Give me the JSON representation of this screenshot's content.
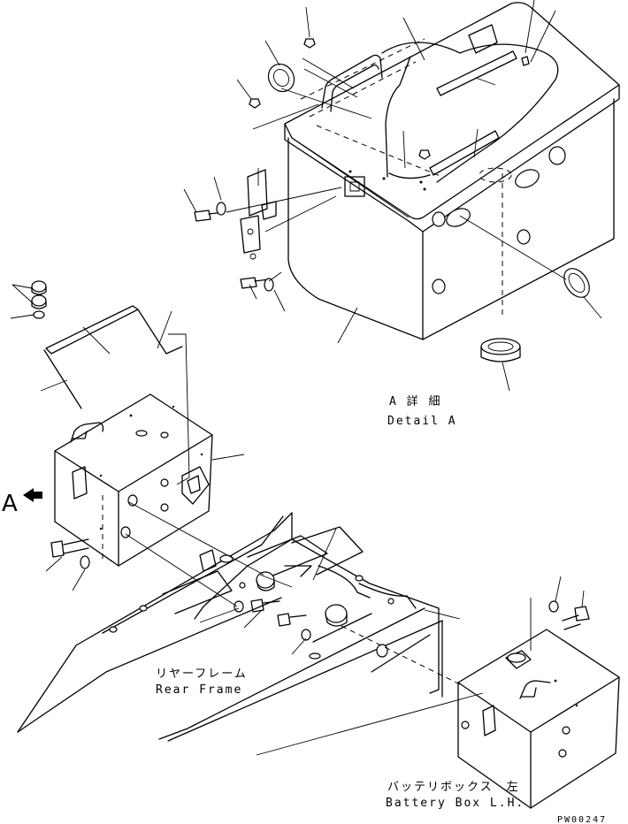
{
  "labels": {
    "detail_a_jp": "A 詳 細",
    "detail_a_en": "Detail A",
    "view_arrow": "A",
    "rear_frame_jp": "リヤーフレーム",
    "rear_frame_en": "Rear Frame",
    "battery_box_jp": "バッテリボックス　左",
    "battery_box_en": "Battery Box L.H.",
    "drawing_code": "PW00247"
  }
}
